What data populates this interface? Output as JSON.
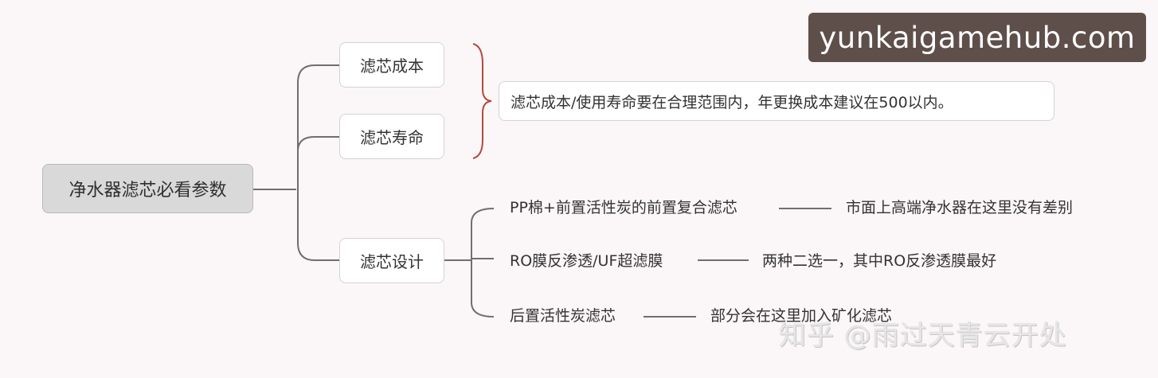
{
  "root": {
    "label": "净水器滤芯必看参数"
  },
  "branches": [
    {
      "label": "滤芯成本"
    },
    {
      "label": "滤芯寿命"
    },
    {
      "label": "滤芯设计"
    }
  ],
  "note": {
    "text": "滤芯成本/使用寿命要在合理范围内，年更换成本建议在500以内。"
  },
  "design_items": [
    {
      "item": "PP棉+前置活性炭的前置复合滤芯",
      "comment": "市面上高端净水器在这里没有差别"
    },
    {
      "item": "RO膜反渗透/UF超滤膜",
      "comment": "两种二选一，其中RO反渗透膜最好"
    },
    {
      "item": "后置活性炭滤芯",
      "comment": "部分会在这里加入矿化滤芯"
    }
  ],
  "watermark": {
    "text": "yunkaigamehub.com"
  },
  "credit": {
    "text": "知乎 @雨过天青云开处"
  },
  "colors": {
    "line": "#6f6f6f",
    "brace": "#b24a3c",
    "root_fill": "#d9d9d9"
  }
}
